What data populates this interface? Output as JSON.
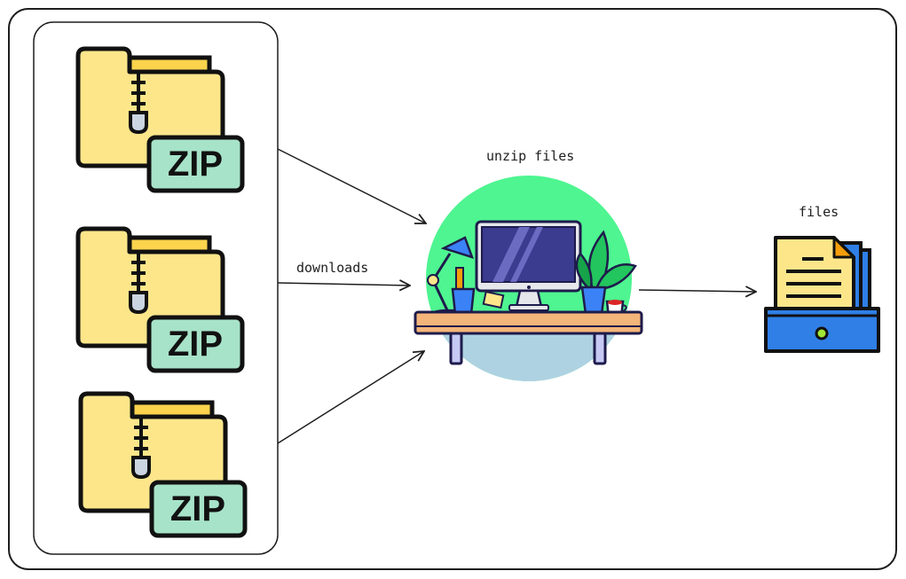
{
  "labels": {
    "downloads": "downloads",
    "unzip": "unzip files",
    "files": "files"
  },
  "zip_archives": [
    {
      "label": "ZIP"
    },
    {
      "label": "ZIP"
    },
    {
      "label": "ZIP"
    }
  ],
  "icons": {
    "zip": "zip-folder-icon",
    "workstation": "desk-computer-illustration",
    "output": "document-tray-icon"
  },
  "colors": {
    "folder": "#fde68a",
    "zip_badge": "#a7e3c9",
    "workstation_circle": "#4ef590",
    "tray": "#2f7fe6",
    "document": "#fde68a",
    "stroke": "#1e1e1e"
  }
}
